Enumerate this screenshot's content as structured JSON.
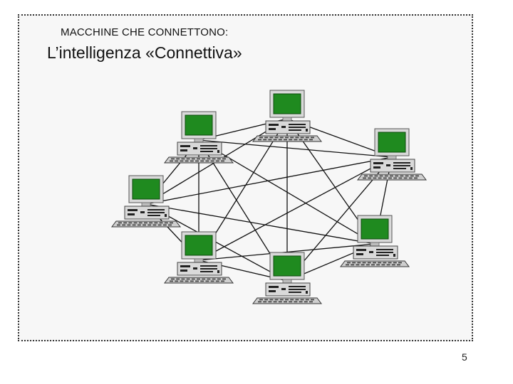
{
  "slide": {
    "kicker": "MACCHINE CHE CONNETTONO:",
    "title": "L’intelligenza «Connettiva»",
    "page_number": "5"
  },
  "network": {
    "node_count": 7,
    "screen_color": "#1f8a1f",
    "case_color": "#d9d9d9",
    "line_color": "#111111",
    "nodes": [
      {
        "id": "computer-a",
        "icon": "desktop-computer-icon"
      },
      {
        "id": "computer-b",
        "icon": "desktop-computer-icon"
      },
      {
        "id": "computer-c",
        "icon": "desktop-computer-icon"
      },
      {
        "id": "computer-d",
        "icon": "desktop-computer-icon"
      },
      {
        "id": "computer-e",
        "icon": "desktop-computer-icon"
      },
      {
        "id": "computer-f",
        "icon": "desktop-computer-icon"
      },
      {
        "id": "computer-g",
        "icon": "desktop-computer-icon"
      }
    ],
    "links": [
      [
        "computer-a",
        "computer-b"
      ],
      [
        "computer-a",
        "computer-c"
      ],
      [
        "computer-a",
        "computer-d"
      ],
      [
        "computer-a",
        "computer-e"
      ],
      [
        "computer-a",
        "computer-f"
      ],
      [
        "computer-a",
        "computer-g"
      ],
      [
        "computer-b",
        "computer-c"
      ],
      [
        "computer-b",
        "computer-d"
      ],
      [
        "computer-b",
        "computer-e"
      ],
      [
        "computer-b",
        "computer-f"
      ],
      [
        "computer-b",
        "computer-g"
      ],
      [
        "computer-c",
        "computer-d"
      ],
      [
        "computer-c",
        "computer-e"
      ],
      [
        "computer-c",
        "computer-f"
      ],
      [
        "computer-c",
        "computer-g"
      ],
      [
        "computer-d",
        "computer-e"
      ],
      [
        "computer-d",
        "computer-f"
      ],
      [
        "computer-d",
        "computer-g"
      ],
      [
        "computer-e",
        "computer-f"
      ],
      [
        "computer-e",
        "computer-g"
      ],
      [
        "computer-f",
        "computer-g"
      ]
    ]
  }
}
